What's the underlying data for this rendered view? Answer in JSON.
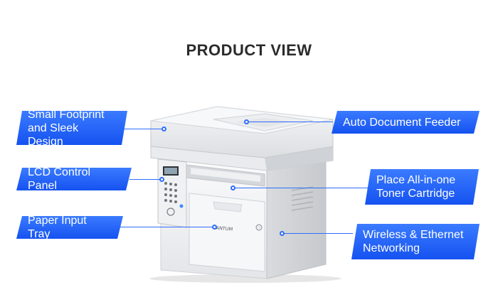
{
  "header": {
    "title": "PRODUCT VIEW"
  },
  "callouts": {
    "footprint": {
      "line1": "Small Footprint",
      "line2": "and Sleek Design"
    },
    "lcd": {
      "label": "LCD Control Panel"
    },
    "tray": {
      "label": "Paper Input Tray"
    },
    "adf": {
      "label": "Auto Document Feeder"
    },
    "toner": {
      "line1": "Place All-in-one",
      "line2": "Toner Cartridge"
    },
    "wireless": {
      "line1": "Wireless & Ethernet",
      "line2": "Networking"
    }
  },
  "printer": {
    "brand": "PANTUM"
  },
  "colors": {
    "accent": "#1f5cff",
    "printer_body": "#f2f3f5"
  }
}
